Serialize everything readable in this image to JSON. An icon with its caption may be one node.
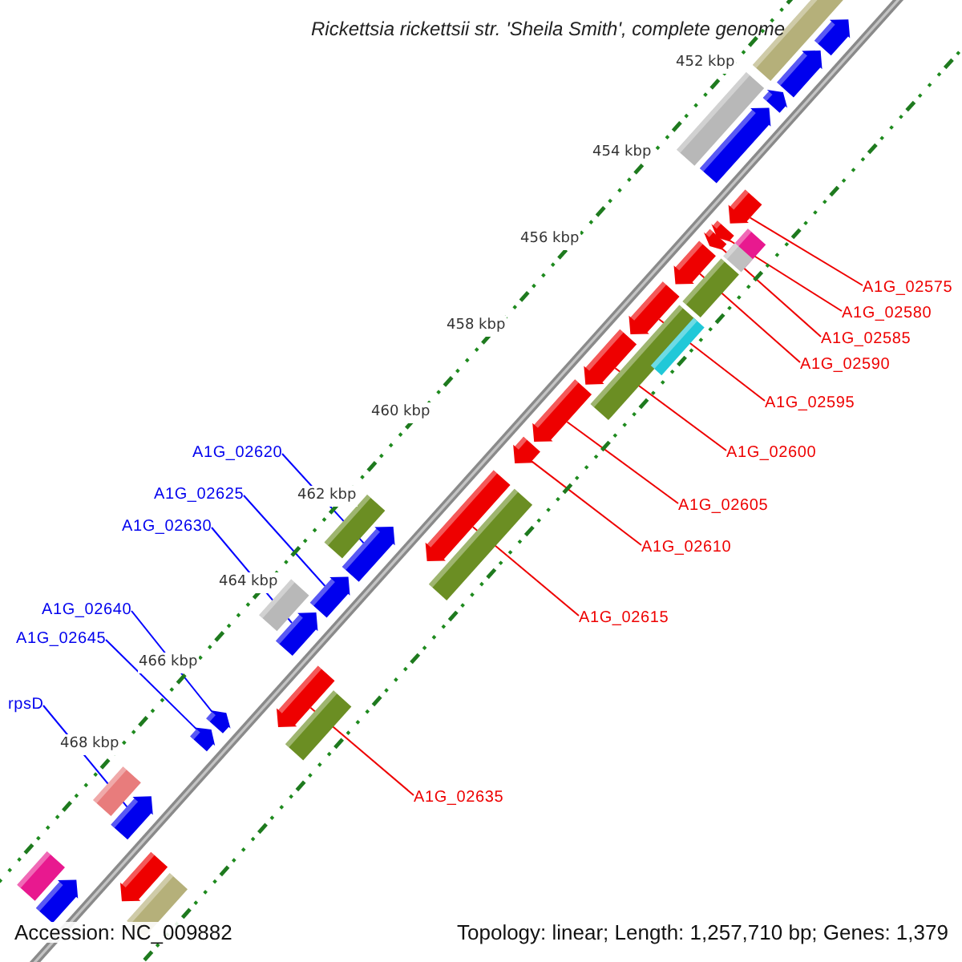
{
  "diagram": {
    "title": "Rickettsia rickettsii str. 'Sheila Smith', complete genome",
    "nodes": [
      {
        "text": [
          "A1G_02575"
        ]
      },
      {
        "text": [
          "A1G_02580"
        ]
      },
      {
        "text": [
          "A1G_02585"
        ]
      },
      {
        "text": [
          "A1G_02590"
        ]
      },
      {
        "text": [
          "A1G_02595"
        ]
      },
      {
        "text": [
          "A1G_02600"
        ]
      },
      {
        "text": [
          "A1G_02620"
        ]
      },
      {
        "text": [
          "A1G_02625"
        ]
      },
      {
        "text": [
          "A1G_02605"
        ]
      },
      {
        "text": [
          "A1G_02630"
        ]
      },
      {
        "text": [
          "A1G_02610"
        ]
      },
      {
        "text": [
          "A1G_02640"
        ]
      },
      {
        "text": [
          "A1G_02615"
        ]
      },
      {
        "text": [
          "A1G_02645"
        ]
      },
      {
        "text": [
          "rpsD"
        ]
      },
      {
        "text": [
          "A1G_02635"
        ]
      },
      {
        "text": [],
        "shape": "box"
      },
      {
        "text": [],
        "shape": "pentagon"
      },
      {
        "text": [],
        "shape": "pentagon"
      },
      {
        "text": [],
        "shape": "pentagon"
      },
      {
        "text": [],
        "shape": "box"
      },
      {
        "text": [],
        "shape": "pentagon"
      },
      {
        "text": [],
        "shape": "pentagon"
      },
      {
        "text": [],
        "shape": "box"
      },
      {
        "text": [],
        "shape": "pentagon"
      },
      {
        "text": [],
        "shape": "box"
      },
      {
        "text": [],
        "shape": "pentagon"
      },
      {
        "text": [],
        "shape": "box"
      },
      {
        "text": [],
        "shape": "pentagon"
      },
      {
        "text": [],
        "shape": "pentagon"
      },
      {
        "text": [],
        "shape": "box"
      },
      {
        "text": [],
        "shape": "box"
      },
      {
        "text": [],
        "shape": "pentagon"
      },
      {
        "text": [],
        "shape": "pentagon"
      },
      {
        "text": [],
        "shape": "pentagon"
      },
      {
        "text": [],
        "shape": "pentagon"
      },
      {
        "text": [],
        "shape": "box"
      },
      {
        "text": [],
        "shape": "box"
      },
      {
        "text": [],
        "shape": "pentagon"
      },
      {
        "text": [],
        "shape": "pentagon"
      },
      {
        "text": [],
        "shape": "box"
      },
      {
        "text": [],
        "shape": "pentagon"
      },
      {
        "text": [],
        "shape": "pentagon"
      },
      {
        "text": [],
        "shape": "box"
      },
      {
        "text": [],
        "shape": "pentagon"
      },
      {
        "text": [],
        "shape": "pentagon"
      },
      {
        "text": [],
        "shape": "box"
      },
      {
        "text": [],
        "shape": "pentagon"
      },
      {
        "text": [],
        "shape": "pentagon"
      },
      {
        "text": [],
        "shape": "box"
      },
      {
        "text": [],
        "shape": "box"
      },
      {
        "text": [],
        "shape": "pentagon"
      }
    ],
    "edges": [
      {
        "from": 0,
        "to": 22,
        "arrow": "none"
      },
      {
        "from": 1,
        "to": 24,
        "arrow": "none"
      },
      {
        "from": 2,
        "to": 26,
        "arrow": "none"
      },
      {
        "from": 3,
        "to": 28,
        "arrow": "none"
      },
      {
        "from": 4,
        "to": 29,
        "arrow": "none"
      },
      {
        "from": 5,
        "to": 32,
        "arrow": "none"
      },
      {
        "from": 6,
        "to": 38,
        "arrow": "none",
        "color": "#0000ff"
      },
      {
        "from": 7,
        "to": 39,
        "arrow": "none",
        "color": "#0000ff"
      },
      {
        "from": 8,
        "to": 33,
        "arrow": "none"
      },
      {
        "from": 9,
        "to": 41,
        "arrow": "none",
        "color": "#0000ff"
      },
      {
        "from": 10,
        "to": 34,
        "arrow": "none"
      },
      {
        "from": 11,
        "to": 44,
        "arrow": "none",
        "color": "#0000ff"
      },
      {
        "from": 12,
        "to": 35,
        "arrow": "none"
      },
      {
        "from": 13,
        "to": 45,
        "arrow": "none",
        "color": "#0000ff"
      },
      {
        "from": 14,
        "to": 47,
        "arrow": "none",
        "color": "#0000ff"
      },
      {
        "from": 15,
        "to": 42,
        "arrow": "none"
      }
    ],
    "labels": [
      "452 kbp",
      "454 kbp",
      "456 kbp",
      "458 kbp",
      "460 kbp",
      "462 kbp",
      "464 kbp",
      "466 kbp",
      "468 kbp",
      "Accession: NC_009882",
      "Topology: linear; Length: 1,257,710 bp; Genes: 1,379"
    ]
  }
}
